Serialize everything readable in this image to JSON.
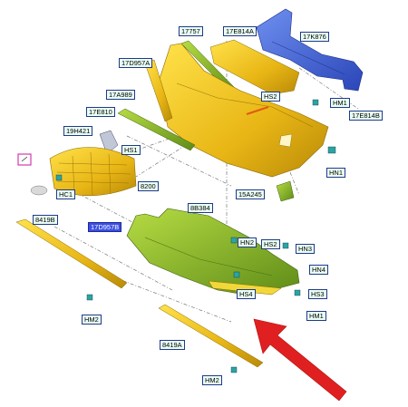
{
  "labels": {
    "l_17757": "17757",
    "l_17e814a": "17E814A",
    "l_17k876": "17K876",
    "l_17d957a": "17D957A",
    "l_17a989": "17A989",
    "l_hs2_top": "HS2",
    "l_hm1_top": "HM1",
    "l_17e810": "17E810",
    "l_17e814b": "17E814B",
    "l_19h421": "19H421",
    "l_hs1": "HS1",
    "l_hn1": "HN1",
    "l_hc1": "HC1",
    "l_8200": "8200",
    "l_15a245": "15A245",
    "l_8b384": "8B384",
    "l_8419b": "8419B",
    "l_17d957b": "17D957B",
    "l_hn2": "HN2",
    "l_hs2_bot": "HS2",
    "l_hn3": "HN3",
    "l_hn4": "HN4",
    "l_hs4": "HS4",
    "l_hs3": "HS3",
    "l_hm1_bot": "HM1",
    "l_hm2_left": "HM2",
    "l_8419a": "8419A",
    "l_hm2_bot": "HM2"
  },
  "colors": {
    "yellow_part": "#f2c81e",
    "green_part": "#8fbf2a",
    "blue_part": "#3a5fd8",
    "arrow": "#e02020",
    "selected_label": "#3b4fe0"
  },
  "icons": [
    "bumper-cover-yellow",
    "bumper-reinforcement-blue",
    "lower-bumper-green",
    "grille",
    "red-pointer-arrow"
  ]
}
